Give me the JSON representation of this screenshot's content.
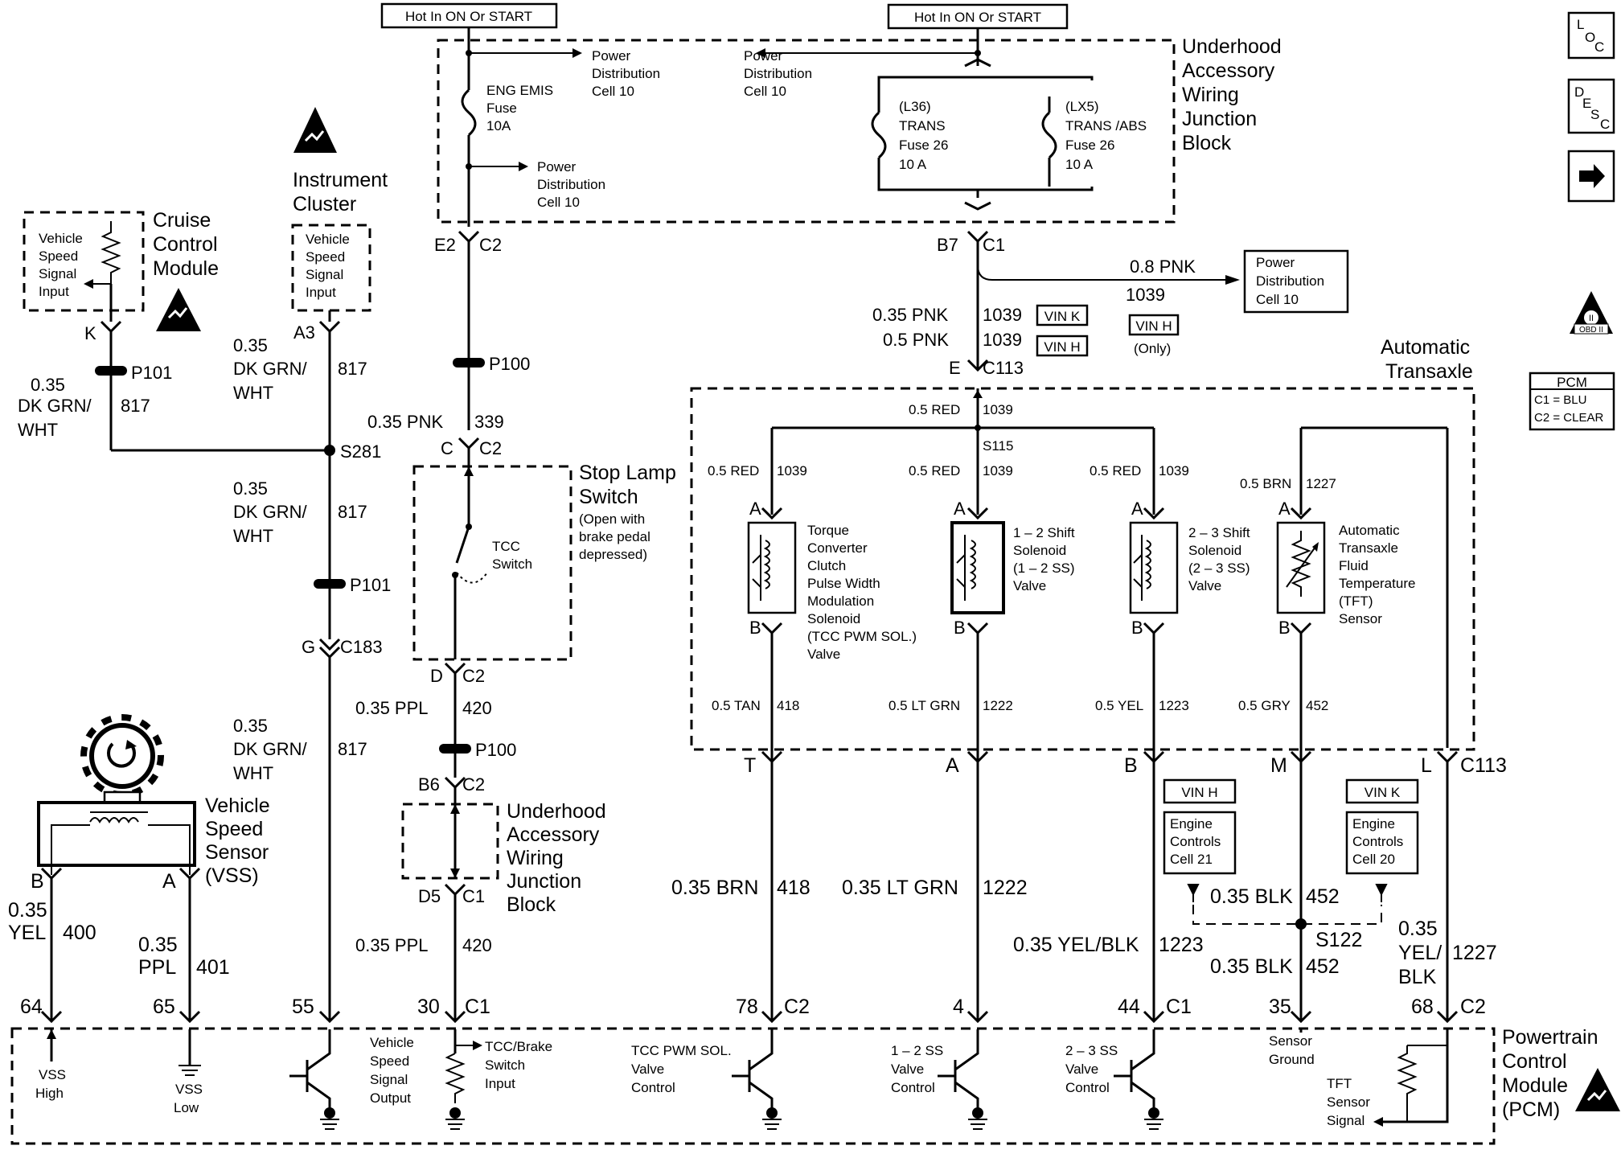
{
  "hot_labels": [
    "Hot In ON Or START",
    "Hot In ON Or START"
  ],
  "uajb": {
    "title": [
      "Underhood",
      "Accessory",
      "Wiring",
      "Junction",
      "Block"
    ]
  },
  "power_dist": [
    [
      "Power",
      "Distribution",
      "Cell 10"
    ],
    [
      "Power",
      "Distribution",
      "Cell 10"
    ],
    [
      "Power",
      "Distribution",
      "Cell 10"
    ],
    [
      "Power",
      "Distribution",
      "Cell 10"
    ]
  ],
  "fuses": [
    [
      "ENG EMIS",
      "Fuse",
      "10A"
    ],
    [
      "(L36)",
      "TRANS",
      "Fuse 26",
      "10 A"
    ],
    [
      "(LX5)",
      "TRANS /ABS",
      "Fuse 26",
      "10 A"
    ]
  ],
  "connectors": {
    "e2": "E2",
    "c2": "C2",
    "b7": "B7",
    "c1": "C1",
    "e": "E",
    "c113": "C113",
    "p100": "P100",
    "p101": "P101",
    "s281": "S281",
    "s115": "S115",
    "s122": "S122",
    "a3": "A3",
    "k": "K",
    "g": "G",
    "c183": "C183",
    "c": "C",
    "d": "D",
    "b6": "B6",
    "d5": "D5",
    "t": "T",
    "a": "A",
    "b": "B",
    "m": "M",
    "l": "L",
    "bb": "B"
  },
  "wires": {
    "pnk08": "0.8 PNK",
    "n1039": "1039",
    "pnk035": "0.35 PNK",
    "pnk05": "0.5 PNK",
    "vin_k": "VIN K",
    "vin_h": "VIN H",
    "only": "(Only)",
    "red05": "0.5 RED",
    "brn05": "0.5 BRN",
    "n1227": "1227",
    "tan05": "0.5 TAN",
    "n418": "418",
    "ltgrn05": "0.5 LT GRN",
    "n1222": "1222",
    "yel05": "0.5 YEL",
    "n1223": "1223",
    "gry05": "0.5 GRY",
    "n452": "452",
    "g035": "0.35",
    "dkgrn": "DK GRN/",
    "wht": "WHT",
    "n817": "817",
    "pnk339": "0.35 PNK",
    "n339": "339",
    "ppl035": "0.35 PPL",
    "n420": "420",
    "yel": "YEL",
    "n400": "400",
    "ppl": "PPL",
    "n401": "401",
    "brn035": "0.35 BRN",
    "ltgrn035": "0.35 LT GRN",
    "yelblk035": "0.35 YEL/BLK",
    "blk035": "0.35 BLK",
    "yelsl": "YEL/",
    "blk": "BLK"
  },
  "modules": {
    "cruise": [
      "Cruise",
      "Control",
      "Module"
    ],
    "cruise_in": [
      "Vehicle",
      "Speed",
      "Signal",
      "Input"
    ],
    "ic": [
      "Instrument",
      "Cluster"
    ],
    "ic_in": [
      "Vehicle",
      "Speed",
      "Signal",
      "Input"
    ],
    "stop": [
      "Stop Lamp",
      "Switch"
    ],
    "stop_note": [
      "(Open with",
      "brake pedal",
      "depressed)"
    ],
    "tcc_sw": [
      "TCC",
      "Switch"
    ],
    "vss": [
      "Vehicle",
      "Speed",
      "Sensor",
      "(VSS)"
    ],
    "at": [
      "Automatic",
      "Transaxle"
    ],
    "tcc_sol": [
      "Torque",
      "Converter",
      "Clutch",
      "Pulse Width",
      "Modulation",
      "Solenoid",
      "(TCC PWM SOL.)",
      "Valve"
    ],
    "ss12": [
      "1 – 2 Shift",
      "Solenoid",
      "(1 – 2 SS)",
      "Valve"
    ],
    "ss23": [
      "2 – 3 Shift",
      "Solenoid",
      "(2 – 3 SS)",
      "Valve"
    ],
    "tft": [
      "Automatic",
      "Transaxle",
      "Fluid",
      "Temperature",
      "(TFT)",
      "Sensor"
    ],
    "eng_h": [
      "VIN H",
      "Engine",
      "Controls",
      "Cell 21"
    ],
    "eng_k": [
      "VIN K",
      "Engine",
      "Controls",
      "Cell 20"
    ],
    "pcm": [
      "Powertrain",
      "Control",
      "Module",
      "(PCM)"
    ]
  },
  "pins": [
    "64",
    "65",
    "55",
    "30",
    "C1",
    "78",
    "C2",
    "4",
    "44",
    "C1",
    "35",
    "68",
    "C2"
  ],
  "pcm_labels": {
    "vss_high": [
      "VSS",
      "High"
    ],
    "vss_low": [
      "VSS",
      "Low"
    ],
    "vss_out": [
      "Vehicle",
      "Speed",
      "Signal",
      "Output"
    ],
    "tcc_brake": [
      "TCC/Brake",
      "Switch",
      "Input"
    ],
    "tcc_ctl": [
      "TCC PWM SOL.",
      "Valve",
      "Control"
    ],
    "ss12_ctl": [
      "1 – 2 SS",
      "Valve",
      "Control"
    ],
    "ss23_ctl": [
      "2 – 3 SS",
      "Valve",
      "Control"
    ],
    "sensor_gnd": [
      "Sensor",
      "Ground"
    ],
    "tft_sig": [
      "TFT",
      "Sensor",
      "Signal"
    ]
  },
  "side": {
    "loc": [
      "L",
      "O",
      "C"
    ],
    "desc": [
      "D",
      "E",
      "S",
      "C"
    ],
    "obd": [
      "II",
      "OBD II"
    ],
    "pcm_legend": [
      "PCM",
      "C1 = BLU",
      "C2 = CLEAR"
    ]
  },
  "pin_ab": {
    "a": "A",
    "b": "B"
  }
}
